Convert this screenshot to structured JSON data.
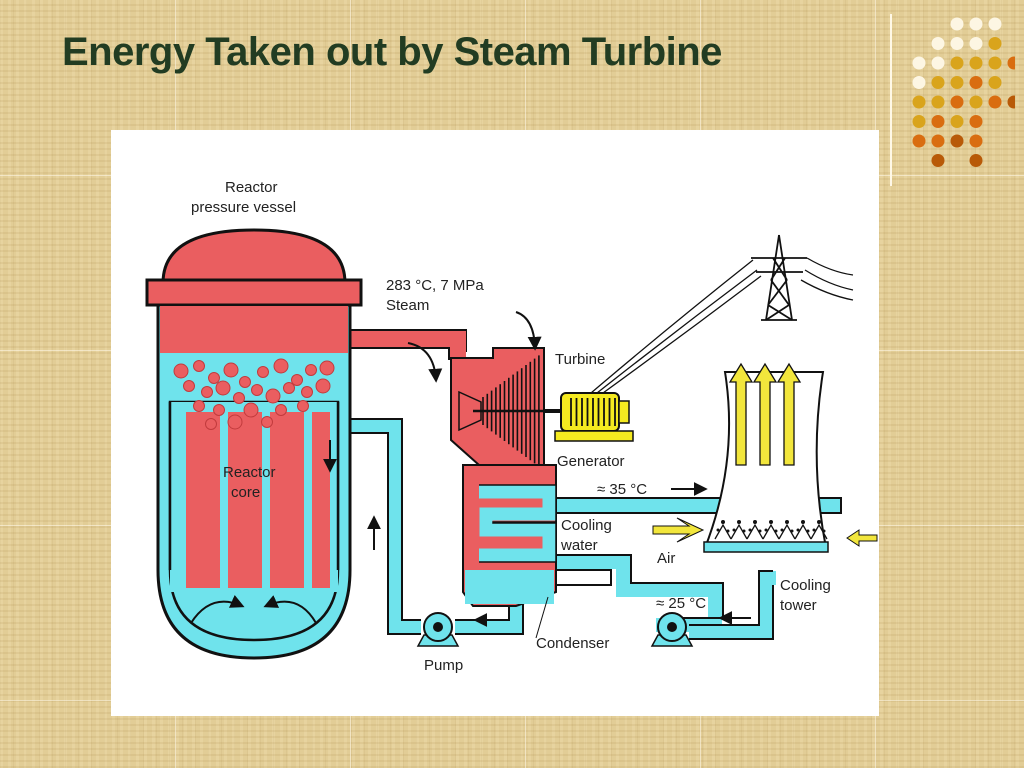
{
  "slide": {
    "title": "Energy Taken out by Steam Turbine"
  },
  "diagram": {
    "labels": {
      "reactor_vessel_line1": "Reactor",
      "reactor_vessel_line2": "pressure vessel",
      "steam_line1": "283 °C, 7 MPa",
      "steam_line2": "Steam",
      "turbine": "Turbine",
      "generator": "Generator",
      "reactor_core_line1": "Reactor",
      "reactor_core_line2": "core",
      "hot_water_temp": "≈ 35 °C",
      "cooling_water_line1": "Cooling",
      "cooling_water_line2": "water",
      "air": "Air",
      "cooling_tower_line1": "Cooling",
      "cooling_tower_line2": "tower",
      "cold_water_temp": "≈ 25 °C",
      "condenser": "Condenser",
      "pump": "Pump"
    },
    "colors": {
      "steam_red": "#ea5e60",
      "water_cyan": "#6fe3ec",
      "outline": "#111111",
      "generator_yellow": "#f5ea20",
      "air_yellow": "#f2e63c"
    }
  },
  "decoration": {
    "dot_colors": [
      "#fdf6e3",
      "#d9a41c",
      "#d96d10",
      "#b85a08"
    ]
  }
}
